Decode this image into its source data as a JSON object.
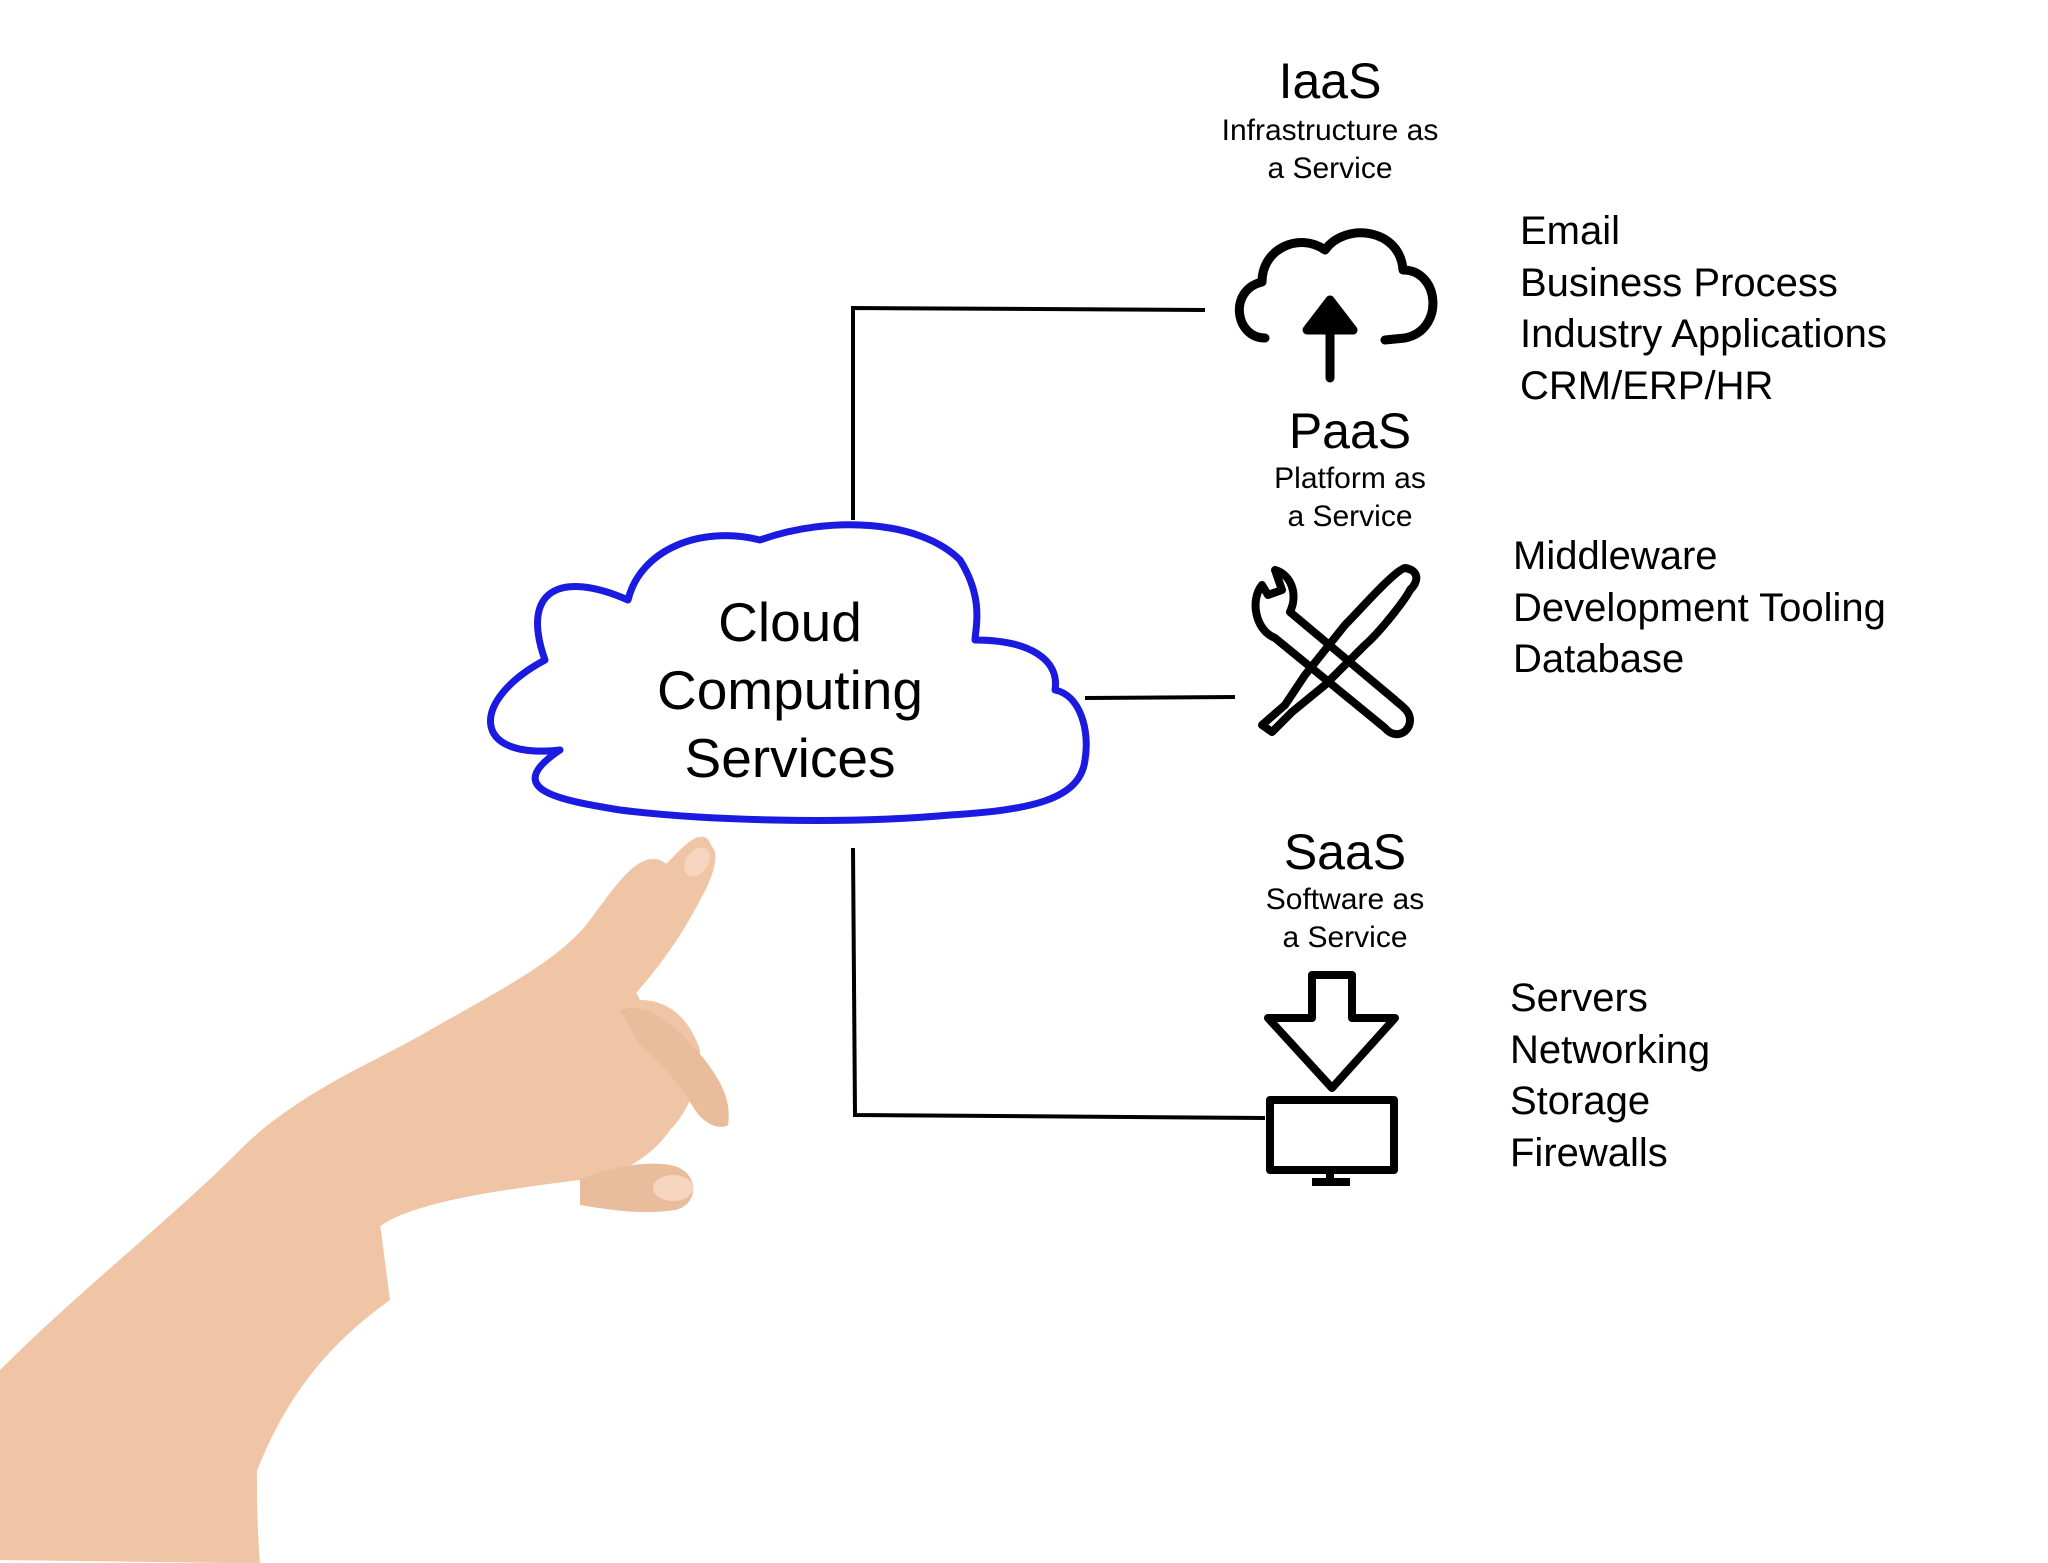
{
  "center": {
    "label_lines": [
      "Cloud",
      "Computing",
      "Services"
    ]
  },
  "services": [
    {
      "abbr": "IaaS",
      "name_lines": [
        "Infrastructure as",
        "a Service"
      ],
      "icon": "cloud-upload-icon",
      "items": [
        "Email",
        "Business Process",
        "Industry Applications",
        "CRM/ERP/HR"
      ]
    },
    {
      "abbr": "PaaS",
      "name_lines": [
        "Platform as",
        "a Service"
      ],
      "icon": "wrench-screwdriver-icon",
      "items": [
        "Middleware",
        "Development Tooling",
        "Database"
      ]
    },
    {
      "abbr": "SaaS",
      "name_lines": [
        "Software as",
        "a Service"
      ],
      "icon": "download-monitor-icon",
      "items": [
        "Servers",
        "Networking",
        "Storage",
        "Firewalls"
      ]
    }
  ],
  "colors": {
    "cloud_outline": "#1a1ae0",
    "lines": "#000000",
    "skin": "#f0c8a8"
  }
}
